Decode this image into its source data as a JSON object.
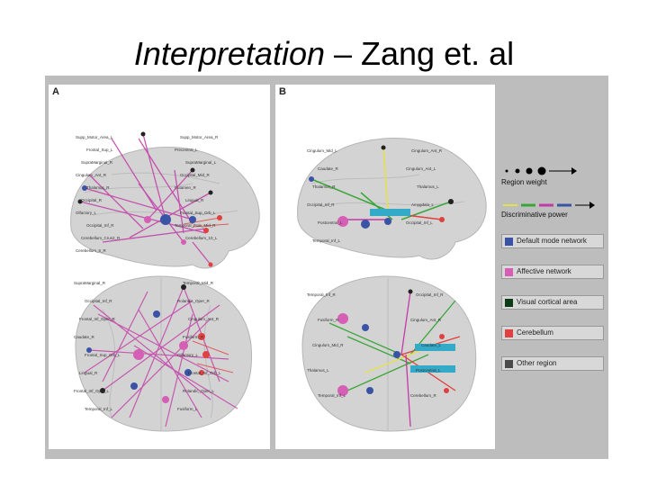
{
  "title": {
    "main_italic": "Interpretation",
    "rest": " – Zang et. al"
  },
  "figure": {
    "panel_a_letter": "A",
    "panel_b_letter": "B",
    "panel_a_top_labels": [
      "Supp_Motor_Area_L",
      "Supp_Motor_Area_R",
      "Frontal_Sup_L",
      "Precentral_L",
      "SupraMarginal_R",
      "SupraMarginal_L",
      "Cingulum_Ant_R",
      "Occipital_Mid_R",
      "Thalamus_R",
      "Putamen_R",
      "Occipital_R",
      "Lingual_R",
      "Olfactory_L",
      "Frontal_Sup_Orb_L",
      "Occipital_Inf_R",
      "Temporal_Pole_Mid_R",
      "Cerebellum_Crus2_R",
      "Cerebellum_10_L",
      "Cerebellum_6_R"
    ],
    "panel_a_bottom_labels": [
      "SupraMarginal_R",
      "Temporal_Mid_R",
      "Occipital_Inf_R",
      "Rolandic_Oper_R",
      "Frontal_Inf_Oper_R",
      "Cingulum_Ant_R",
      "Caudate_R",
      "Fusiform_R",
      "Frontal_Sup_Orb_L",
      "Olfactory_L",
      "Lingual_R",
      "Frontal_Inf_Orb_L",
      "Frontal_Inf_Oper_L",
      "Rolandic_Oper_L",
      "Temporal_Inf_L",
      "Fusiform_L"
    ],
    "panel_b_top_labels": [
      "Cingulum_Mid_L",
      "Cingulum_Ant_R",
      "Caudate_R",
      "Cingulum_Ant_L",
      "Thalamus_R",
      "Thalamus_L",
      "Occipital_Inf_R",
      "Amygdala_L",
      "Postcentral_L",
      "Occipital_Inf_L",
      "Temporal_Inf_L"
    ],
    "panel_b_bottom_labels": [
      "Temporal_Inf_R",
      "Occipital_Inf_R",
      "Fusiform_R",
      "Cingulum_Ant_R",
      "Cingulum_Mid_R",
      "Caudate_L",
      "Thalamus_L",
      "Postcentral_L",
      "Temporal_Inf_L",
      "Cerebellum_R"
    ],
    "legend": {
      "region_weight": "Region weight",
      "discriminative_power": "Discriminative power",
      "networks": [
        {
          "label": "Default mode network",
          "color": "#3a53a4"
        },
        {
          "label": "Affective network",
          "color": "#d45fb5"
        },
        {
          "label": "Visual cortical area",
          "color": "#0c3b15"
        },
        {
          "label": "Cerebellum",
          "color": "#e0403f"
        },
        {
          "label": "Other region",
          "color": "#4a4a4a"
        }
      ]
    },
    "colors": {
      "magenta_edge": "#c23aa6",
      "green_edge": "#3aa63a",
      "yellow_edge": "#e5e245",
      "cyan_bar": "#33aac8",
      "brain_fill": "#cfcfcf"
    }
  }
}
